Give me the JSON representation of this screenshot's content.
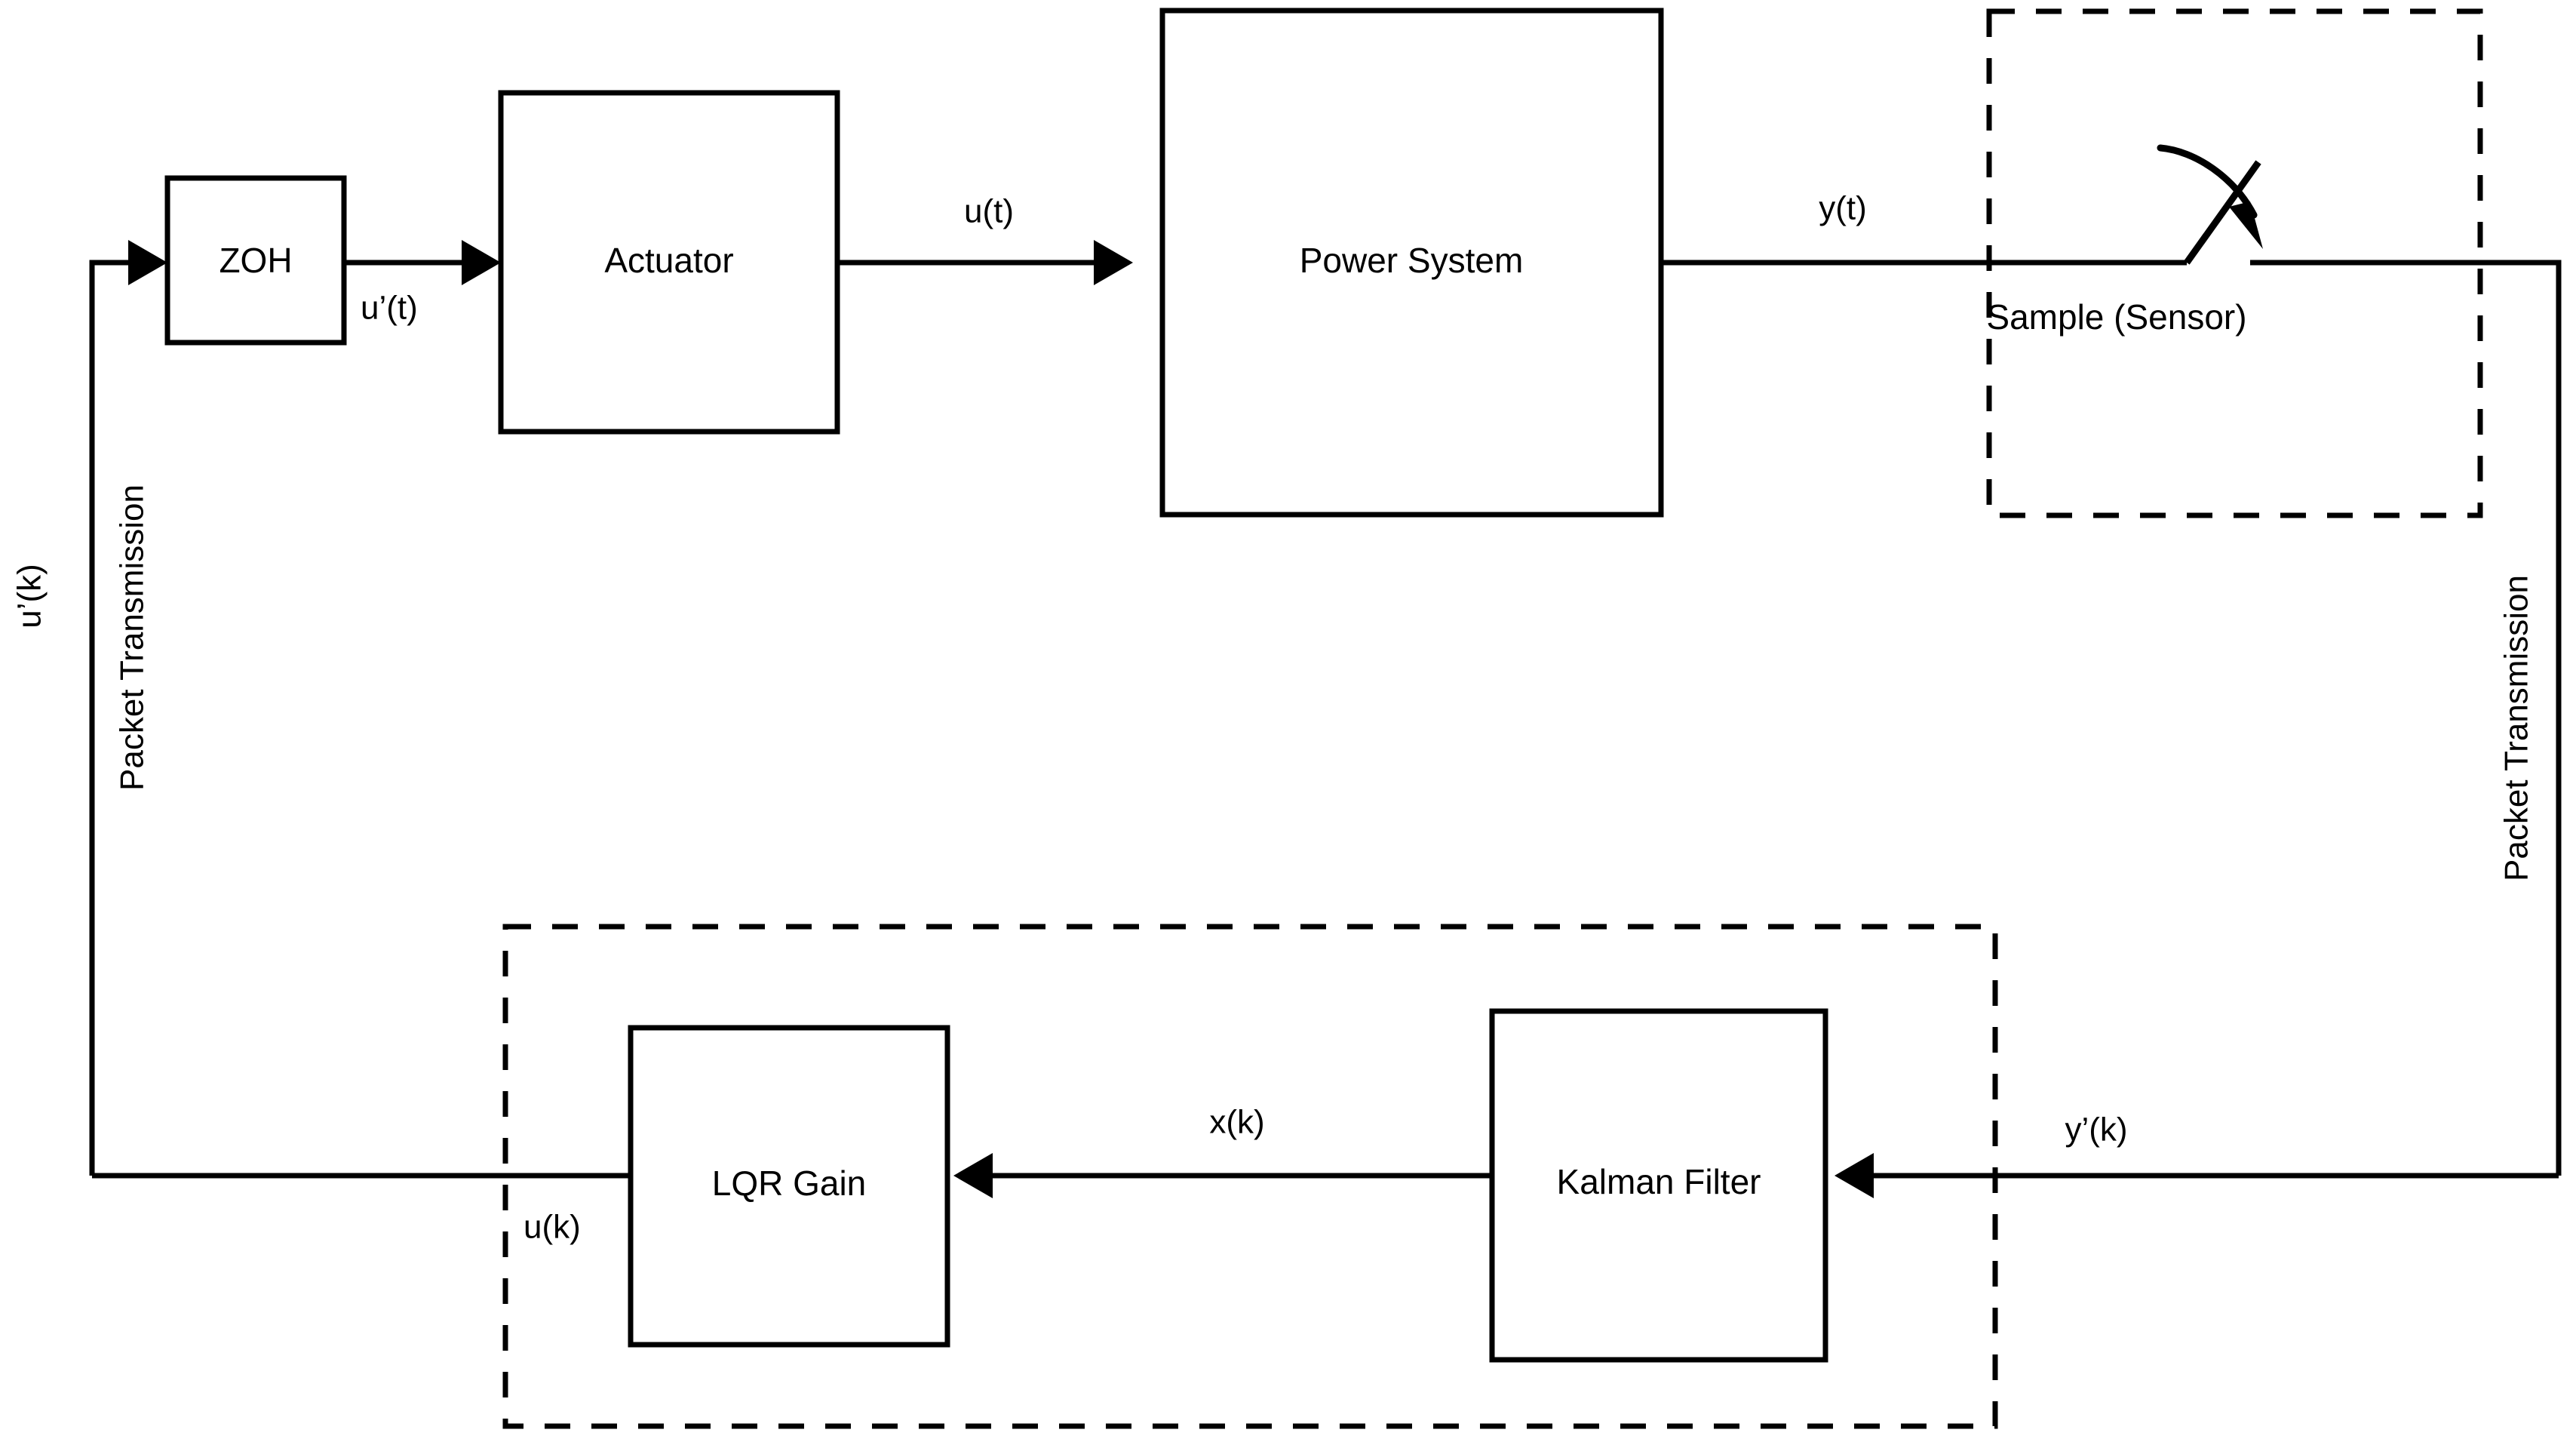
{
  "diagram": {
    "type": "control-system-block-diagram",
    "background_color": "#ffffff",
    "line_color": "#000000",
    "blocks": [
      {
        "id": "zoh",
        "label": "ZOH"
      },
      {
        "id": "actuator",
        "label": "Actuator"
      },
      {
        "id": "power_system",
        "label": "Power System"
      },
      {
        "id": "lqr_gain",
        "label": "LQR Gain"
      },
      {
        "id": "kalman_filter",
        "label": "Kalman Filter"
      }
    ],
    "dashed_regions": [
      {
        "id": "sensor_region",
        "label": "Sample (Sensor)"
      },
      {
        "id": "controller_region",
        "label": ""
      }
    ],
    "signal_labels": [
      {
        "id": "u_prime_t",
        "text": "u’(t)"
      },
      {
        "id": "u_t",
        "text": "u(t)"
      },
      {
        "id": "y_t",
        "text": "y(t)"
      },
      {
        "id": "y_prime_k",
        "text": "y’(k)"
      },
      {
        "id": "x_k",
        "text": "x(k)"
      },
      {
        "id": "u_k",
        "text": "u(k)"
      },
      {
        "id": "u_prime_k",
        "text": "u’(k)"
      }
    ],
    "channel_labels": [
      {
        "id": "packet_transmission_left",
        "text": "Packet Transmission"
      },
      {
        "id": "packet_transmission_right",
        "text": "Packet Transmission"
      }
    ],
    "sampler_symbol": "switch-sampler-icon"
  },
  "labels": {
    "zoh": "ZOH",
    "actuator": "Actuator",
    "power_system": "Power System",
    "sample_sensor": "Sample (Sensor)",
    "lqr_gain": "LQR Gain",
    "kalman_filter": "Kalman Filter",
    "u_prime_t": "u’(t)",
    "u_t": "u(t)",
    "y_t": "y(t)",
    "y_prime_k": "y’(k)",
    "x_k": "x(k)",
    "u_k": "u(k)",
    "u_prime_k": "u’(k)",
    "packet_transmission_left": "Packet Transmission",
    "packet_transmission_right": "Packet Transmission"
  }
}
